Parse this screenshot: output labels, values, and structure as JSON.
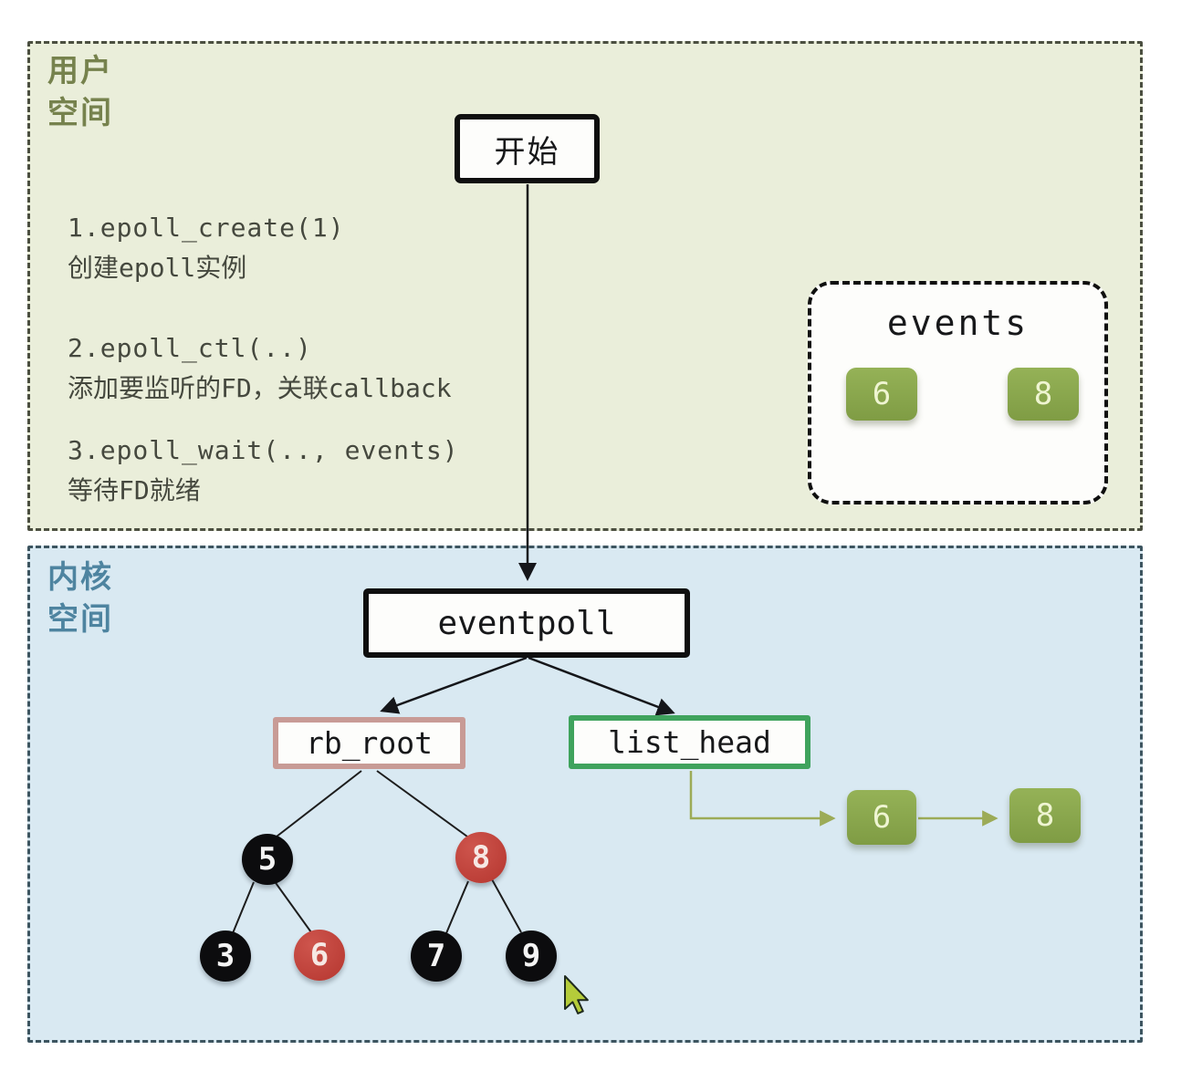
{
  "user_space": {
    "label_line1": "用户",
    "label_line2": "空间",
    "start_box_label": "开始",
    "steps": [
      {
        "code": "1.epoll_create(1)",
        "desc": "创建epoll实例"
      },
      {
        "code": "2.epoll_ctl(..)",
        "desc": "添加要监听的FD，关联callback"
      },
      {
        "code": "3.epoll_wait(.., events)",
        "desc": "等待FD就绪"
      }
    ],
    "events_box": {
      "title": "events",
      "items": [
        "6",
        "8"
      ]
    }
  },
  "kernel_space": {
    "label_line1": "内核",
    "label_line2": "空间",
    "eventpoll_label": "eventpoll",
    "rb_root_label": "rb_root",
    "list_head_label": "list_head",
    "rb_tree": {
      "nodes": [
        {
          "value": "5",
          "color": "black"
        },
        {
          "value": "8",
          "color": "red"
        },
        {
          "value": "3",
          "color": "black"
        },
        {
          "value": "6",
          "color": "red"
        },
        {
          "value": "7",
          "color": "black"
        },
        {
          "value": "9",
          "color": "black"
        }
      ]
    },
    "ready_list": {
      "items": [
        "6",
        "8"
      ]
    }
  },
  "colors": {
    "user_space_bg": "#eaeeda",
    "user_space_label": "#76824d",
    "kernel_space_bg": "#d9e9f2",
    "kernel_space_label": "#4e84a0",
    "chip_green": "#87a44c",
    "rb_root_border": "#c89b96",
    "list_head_border": "#3fa35d",
    "red_node": "#b5362f",
    "black_node": "#0c0c0e",
    "connector_green": "#9cab57"
  }
}
